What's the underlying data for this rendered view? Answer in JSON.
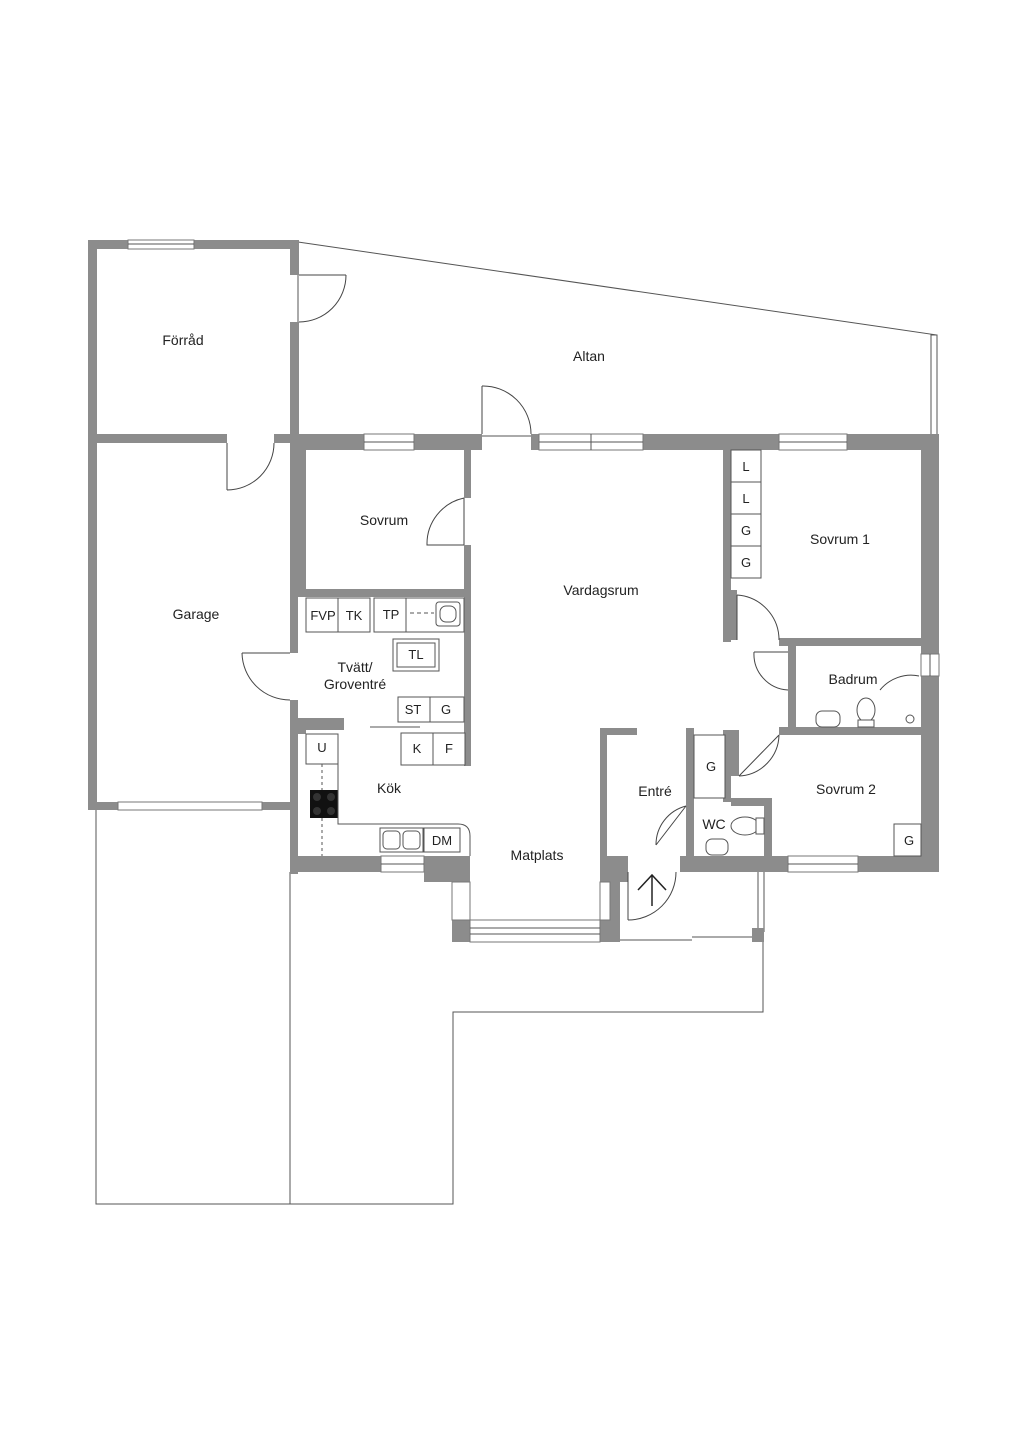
{
  "rooms": {
    "forrad": "Förråd",
    "altan": "Altan",
    "garage": "Garage",
    "sovrum": "Sovrum",
    "vardagsrum": "Vardagsrum",
    "sovrum1": "Sovrum 1",
    "tvatt_line1": "Tvätt/",
    "tvatt_line2": "Groventré",
    "badrum": "Badrum",
    "kok": "Kök",
    "entre": "Entré",
    "wc": "WC",
    "sovrum2": "Sovrum 2",
    "matplats": "Matplats"
  },
  "fixtures": {
    "fvp": "FVP",
    "tk": "TK",
    "tp": "TP",
    "tl": "TL",
    "st": "ST",
    "g_laundry": "G",
    "k": "K",
    "f": "F",
    "u": "U",
    "dm": "DM",
    "g_entre": "G",
    "g_sovrum2": "G",
    "wardrobe": [
      "L",
      "L",
      "G",
      "G"
    ]
  },
  "colors": {
    "wall": "#8c8c8c",
    "background": "#ffffff"
  }
}
